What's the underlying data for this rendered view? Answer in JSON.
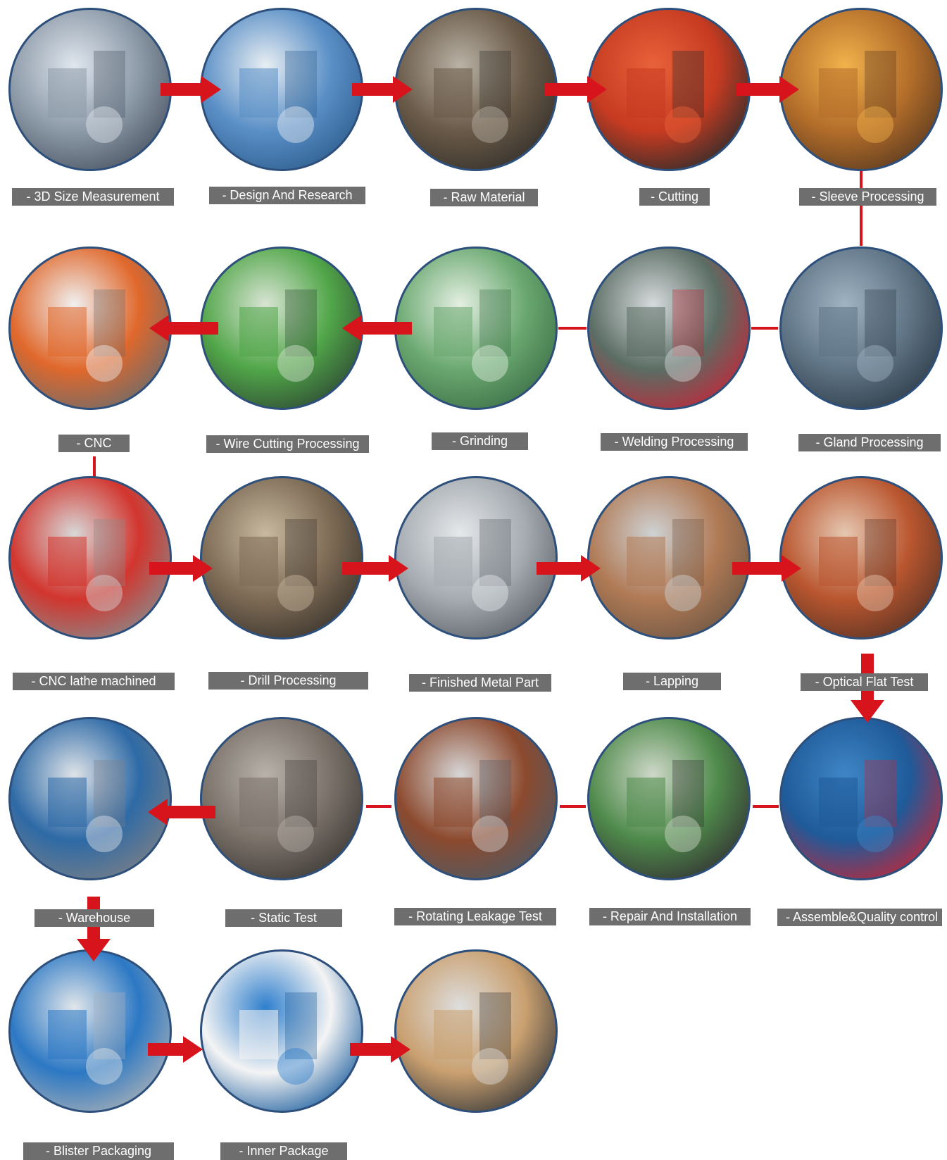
{
  "accent_color": "#d7141c",
  "steps": [
    {
      "label": "- 3D Size Measurement",
      "photo": "measurement-machine",
      "colors": [
        "#dfe6ee",
        "#8d9aa8",
        "#4a5563"
      ]
    },
    {
      "label": "- Design And Research",
      "photo": "design-office",
      "colors": [
        "#e8eef3",
        "#5a8fc6",
        "#2e5e8f"
      ]
    },
    {
      "label": "- Raw Material",
      "photo": "raw-material-yard",
      "colors": [
        "#b9b2a6",
        "#6a5a48",
        "#34302b"
      ]
    },
    {
      "label": "- Cutting",
      "photo": "band-saw",
      "colors": [
        "#e8623a",
        "#c63b21",
        "#2c2c2c"
      ]
    },
    {
      "label": "- Sleeve Processing",
      "photo": "lathe-sleeve",
      "colors": [
        "#f2b24c",
        "#b46e2a",
        "#5b3a1f"
      ]
    },
    {
      "label": "- Gland Processing",
      "photo": "gland-machining",
      "colors": [
        "#9fb3c3",
        "#5f7485",
        "#2e3c48"
      ]
    },
    {
      "label": "- Welding Processing",
      "photo": "welding-station",
      "colors": [
        "#d6dadc",
        "#5b6d64",
        "#c0283a"
      ]
    },
    {
      "label": "- Grinding",
      "photo": "grinding-machine",
      "colors": [
        "#e4efe2",
        "#6aa870",
        "#3d6f47"
      ]
    },
    {
      "label": "- Wire Cutting Processing",
      "photo": "wire-cutting-machine",
      "colors": [
        "#d9e4d4",
        "#51a649",
        "#2f4a34"
      ]
    },
    {
      "label": "- CNC",
      "photo": "cnc-machine",
      "colors": [
        "#f0f0f0",
        "#e0682c",
        "#6c6c6c"
      ]
    },
    {
      "label": "- CNC lathe machined",
      "photo": "machined-parts-cart",
      "colors": [
        "#d8d8d8",
        "#d2352e",
        "#8a8a8a"
      ]
    },
    {
      "label": "- Drill Processing",
      "photo": "drill-press",
      "colors": [
        "#c8b9a0",
        "#7d6b55",
        "#3b342d"
      ]
    },
    {
      "label": "- Finished Metal Part",
      "photo": "finished-metal-parts",
      "colors": [
        "#e6e8ea",
        "#a5abb1",
        "#5c6268"
      ]
    },
    {
      "label": "- Lapping",
      "photo": "lapping-rings",
      "colors": [
        "#cfd2d4",
        "#b07a55",
        "#6f5744"
      ]
    },
    {
      "label": "- Optical Flat Test",
      "photo": "optical-flat-tank",
      "colors": [
        "#e6c8b2",
        "#b9562f",
        "#5c3424"
      ]
    },
    {
      "label": "- Assemble&Quality control",
      "photo": "assembly-inspection",
      "colors": [
        "#3f86c6",
        "#1f5a99",
        "#c0283a"
      ]
    },
    {
      "label": "- Repair And Installation",
      "photo": "repair-installation",
      "colors": [
        "#cfd8c9",
        "#4f8a4b",
        "#333333"
      ]
    },
    {
      "label": "- Rotating Leakage Test",
      "photo": "rotating-test-rig",
      "colors": [
        "#d7d7d7",
        "#8c4a2f",
        "#4f5a63"
      ]
    },
    {
      "label": "- Static Test",
      "photo": "static-pressure-test",
      "colors": [
        "#b8b2aa",
        "#7a7169",
        "#3e3a36"
      ]
    },
    {
      "label": "- Warehouse",
      "photo": "warehouse-shelves",
      "colors": [
        "#dfe3e8",
        "#2e6aa6",
        "#7a7f86"
      ]
    },
    {
      "label": "- Blister Packaging",
      "photo": "blister-packaging-machine",
      "colors": [
        "#e1e6ea",
        "#2c78c4",
        "#a9b0b6"
      ]
    },
    {
      "label": "- Inner Package",
      "photo": "inner-package-box",
      "colors": [
        "#2f7fcd",
        "#f4f4f4",
        "#1e5f9f"
      ]
    },
    {
      "label": "",
      "photo": "strapping-machine",
      "colors": [
        "#dedede",
        "#c9a070",
        "#3a3a3a"
      ]
    }
  ]
}
